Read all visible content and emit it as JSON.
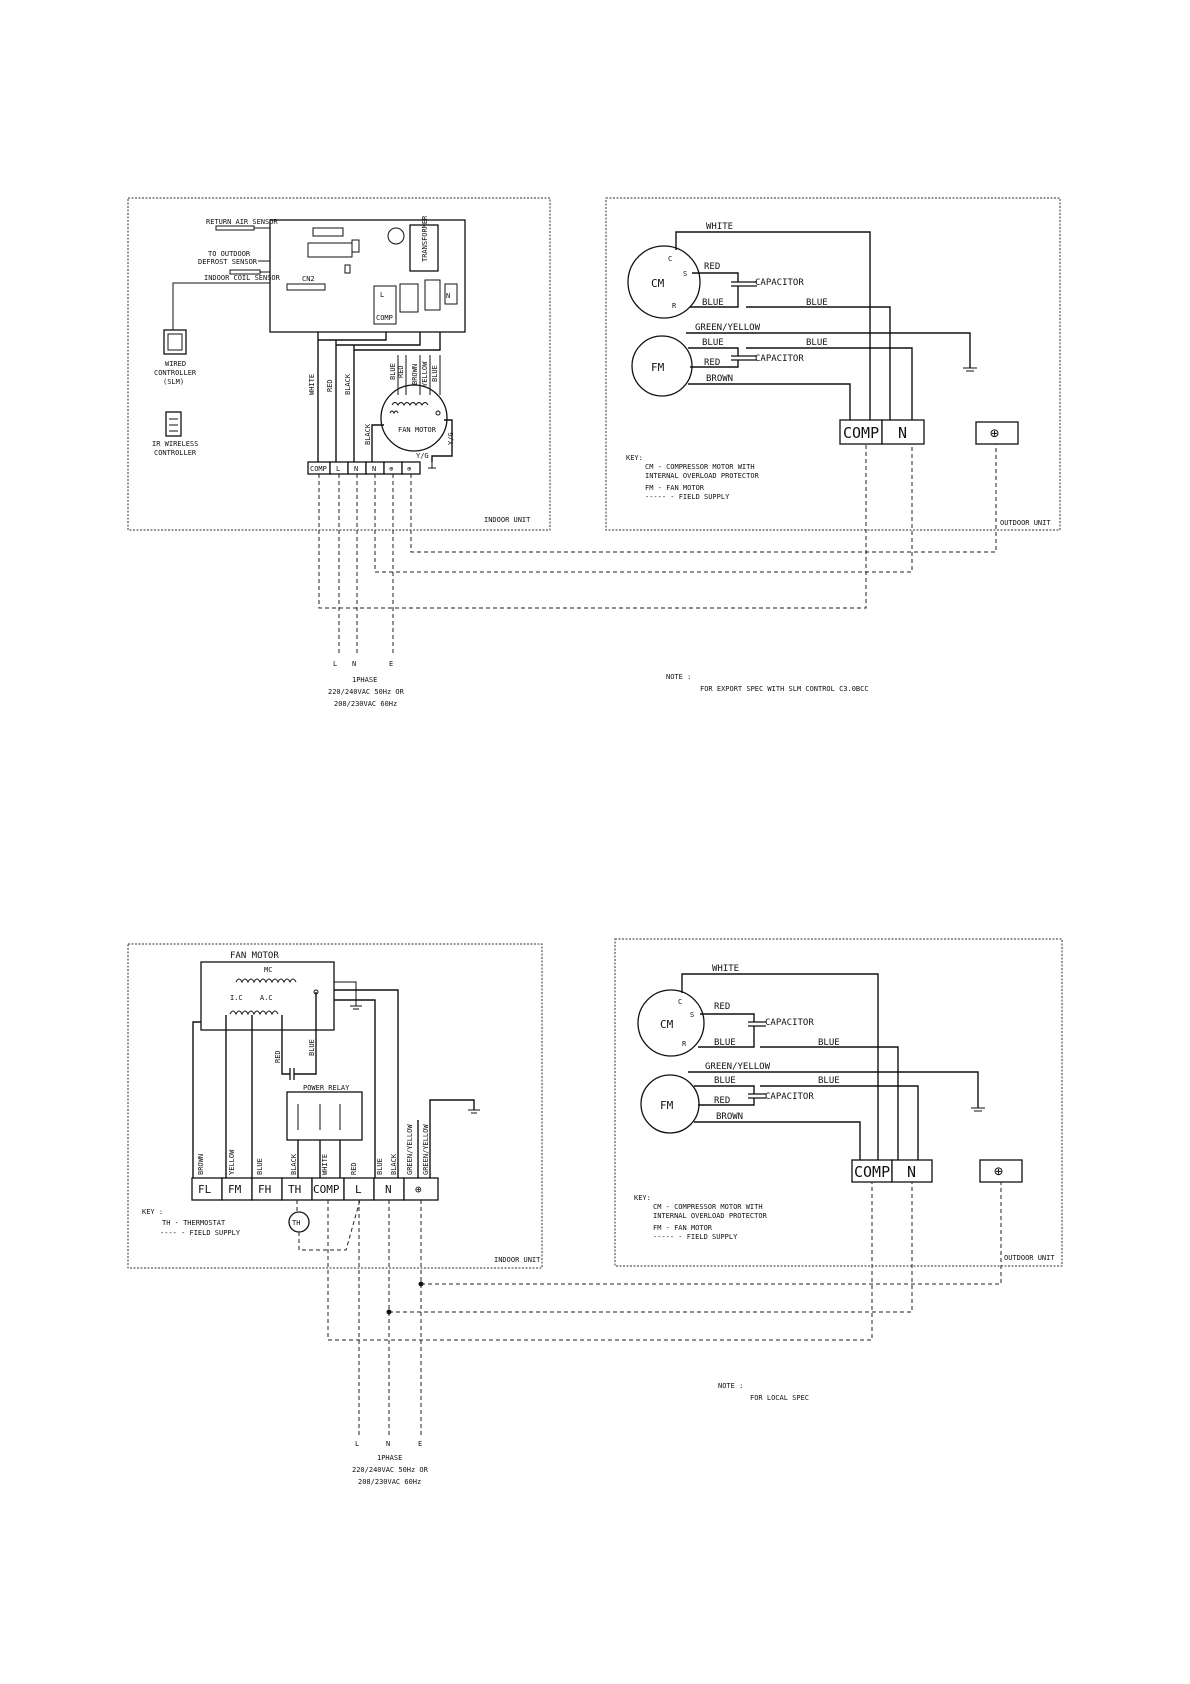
{
  "d1": {
    "indoor": {
      "unit_label": "INDOOR UNIT",
      "return_air_sensor": "RETURN AIR SENSOR",
      "to_outdoor_1": "TO OUTDOOR",
      "defrost_sensor": "DEFROST SENSOR",
      "indoor_coil_sensor": "INDOOR COIL SENSOR",
      "cn2": "CN2",
      "transformer": "TRANSFORMER",
      "relay_l": "L",
      "relay_comp": "COMP",
      "relay_n": "N",
      "wired_ctrl_1": "WIRED",
      "wired_ctrl_2": "CONTROLLER",
      "wired_ctrl_3": "(SLM)",
      "ir_ctrl_1": "IR WIRELESS",
      "ir_ctrl_2": "CONTROLLER",
      "wire_white": "WHITE",
      "wire_red": "RED",
      "wire_black": "BLACK",
      "wire_blue": "BLUE",
      "wire_red2": "RED",
      "wire_brown": "BROWN",
      "wire_yellow": "YELLOW",
      "wire_blue2": "BLUE",
      "wire_black2": "BLACK",
      "wire_yg": "Y/G",
      "wire_yg2": "Y/G",
      "fan_motor": "FAN MOTOR",
      "terminals": [
        "COMP",
        "L",
        "N",
        "N",
        "⊕",
        "⊕"
      ]
    },
    "outdoor": {
      "unit_label": "OUTDOOR UNIT",
      "white": "WHITE",
      "red": "RED",
      "capacitor": "CAPACITOR",
      "blue": "BLUE",
      "blue_r": "BLUE",
      "cm": "CM",
      "c": "C",
      "s": "S",
      "r": "R",
      "green_yellow": "GREEN/YELLOW",
      "fm": "FM",
      "fm_blue": "BLUE",
      "fm_blue_r": "BLUE",
      "fm_red": "RED",
      "fm_capacitor": "CAPACITOR",
      "fm_brown": "BROWN",
      "term_comp": "COMP",
      "term_n": "N",
      "term_earth": "⊕",
      "key": "KEY:",
      "key_cm_1": "CM - COMPRESSOR MOTOR WITH",
      "key_cm_2": "INTERNAL OVERLOAD PROTECTOR",
      "key_fm": "FM - FAN MOTOR",
      "key_field": "----- - FIELD SUPPLY"
    },
    "supply": {
      "l": "L",
      "n": "N",
      "e": "E",
      "phase": "1PHASE",
      "v1": "220/240VAC 50Hz OR",
      "v2": "208/230VAC 60Hz"
    },
    "note_title": "NOTE :",
    "note_text": "FOR EXPORT SPEC WITH SLM CONTROL C3.0BCC"
  },
  "d2": {
    "indoor": {
      "unit_label": "INDOOR UNIT",
      "fan_motor": "FAN MOTOR",
      "mc": "MC",
      "ic": "I.C",
      "ac": "A.C",
      "red": "RED",
      "blue": "BLUE",
      "power_relay": "POWER RELAY",
      "wires": [
        "BROWN",
        "YELLOW",
        "BLUE",
        "BLACK",
        "WHITE",
        "RED",
        "BLUE",
        "BLACK",
        "GREEN/YELLOW",
        "GREEN/YELLOW"
      ],
      "terminals": [
        "FL",
        "FM",
        "FH",
        "TH",
        "COMP",
        "L",
        "N",
        "⊕"
      ],
      "th": "TH",
      "key": "KEY :",
      "key_th": "TH - THERMOSTAT",
      "key_field": "---- - FIELD SUPPLY"
    },
    "outdoor": {
      "unit_label": "OUTDOOR UNIT",
      "white": "WHITE",
      "red": "RED",
      "capacitor": "CAPACITOR",
      "blue": "BLUE",
      "blue_r": "BLUE",
      "cm": "CM",
      "c": "C",
      "s": "S",
      "r": "R",
      "green_yellow": "GREEN/YELLOW",
      "fm": "FM",
      "fm_blue": "BLUE",
      "fm_blue_r": "BLUE",
      "fm_red": "RED",
      "fm_capacitor": "CAPACITOR",
      "fm_brown": "BROWN",
      "term_comp": "COMP",
      "term_n": "N",
      "term_earth": "⊕",
      "key": "KEY:",
      "key_cm_1": "CM - COMPRESSOR MOTOR WITH",
      "key_cm_2": "INTERNAL OVERLOAD PROTECTOR",
      "key_fm": "FM - FAN MOTOR",
      "key_field": "----- - FIELD SUPPLY"
    },
    "supply": {
      "l": "L",
      "n": "N",
      "e": "E",
      "phase": "1PHASE",
      "v1": "220/240VAC 50Hz OR",
      "v2": "208/230VAC 60Hz"
    },
    "note_title": "NOTE :",
    "note_text": "FOR LOCAL SPEC"
  }
}
